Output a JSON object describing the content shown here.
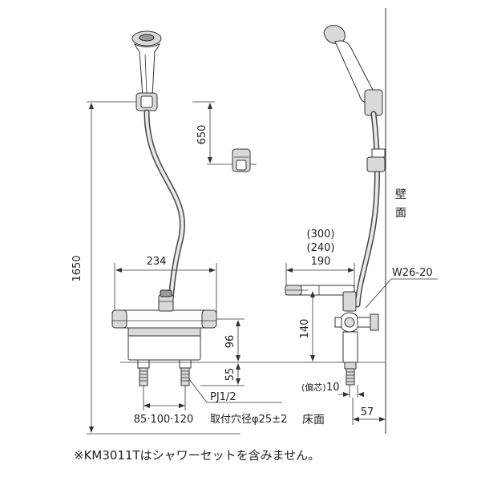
{
  "dimensions": {
    "total_height": "1650",
    "hook_height": "650",
    "body_width": "234",
    "body_height": "96",
    "base_height": "55",
    "pitch": "85·100·120",
    "pipe": "PJ1/2",
    "mount_hole": "取付穴径φ25±2",
    "spout_300": "(300)",
    "spout_240": "(240)",
    "spout_190": "190",
    "connector": "W26-20",
    "spout_height": "140",
    "offset_label": "(偏芯)",
    "offset_value": "10",
    "wall_offset": "57"
  },
  "labels": {
    "wall_1": "壁",
    "wall_2": "面",
    "floor": "床面"
  },
  "note": "※KM3011Tはシャワーセットを含みません。"
}
